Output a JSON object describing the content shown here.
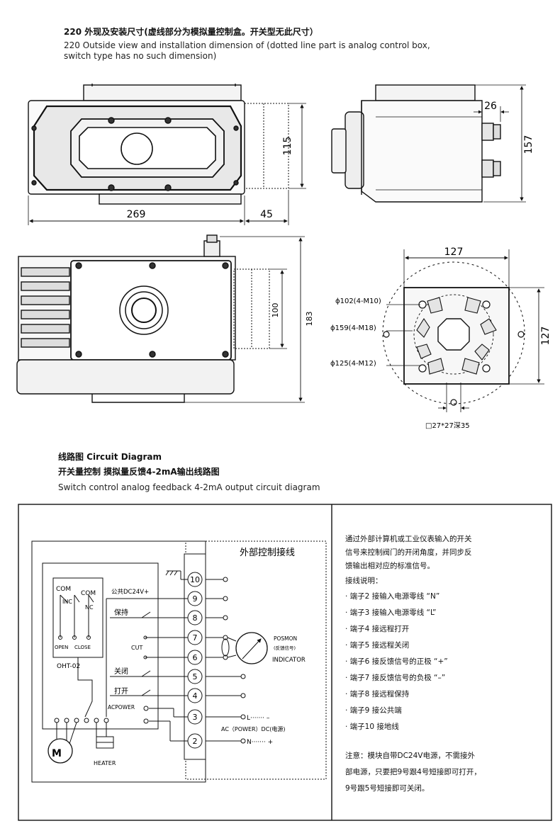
{
  "header": {
    "title_cn": "220 外现及安装尺寸(虚线部分为模拟量控制盒。开关型无此尺寸）",
    "title_en_line1": "220  Outside view and installation dimension of  (dotted line part is analog control box,",
    "title_en_line2": "switch type has no such dimension)"
  },
  "dimensions": {
    "front_width": "269",
    "front_box": "45",
    "front_height": "115",
    "side_small": "26",
    "side_height": "157",
    "top_height": "183",
    "top_box": "100",
    "flange_width": "127",
    "flange_height": "127",
    "bolt_102": "ϕ102(4-M10)",
    "bolt_159": "ϕ159(4-M18)",
    "bolt_125": "ϕ125(4-M12)",
    "square": "□27*27深35"
  },
  "circuit_header": {
    "line1": "线路图 Circuit Diagram",
    "line2": "开关量控制  摸拟量反馈4-2mA输出线路图",
    "line3": "Switch control analog feedback 4-2mA output circuit diagram"
  },
  "circuit": {
    "external_label": "外部控制接线",
    "com1": "COM",
    "com2": "COM",
    "inc": "INC",
    "nc": "NC",
    "open": "OPEN",
    "close": "CLOSE",
    "module": "OHT-02",
    "common_dc": "公共DC24V+",
    "hold": "保持",
    "cut": "CUT",
    "close_cn": "关闭",
    "open_cn": "打开",
    "acpower": "ACPOWER",
    "heater": "HEATER",
    "motor": "M",
    "position": "POSMON",
    "position_sub": "(反馈信号)",
    "indicator": "INDICATOR",
    "ac_dc": "AC（POWER）DC(电源)",
    "l_line": "L·······  –",
    "n_line": "N·······  +",
    "terminals": [
      "10",
      "9",
      "8",
      "7",
      "6",
      "5",
      "4",
      "3",
      "2"
    ]
  },
  "notes": {
    "intro1": "通过外部计算机或工业仪表输入的开关",
    "intro2": "信号来控制阀门的开闭角度，并同步反",
    "intro3": "馈输出相对应的标准信号。",
    "heading": "接线说明：",
    "items": [
      "· 端子2 接输入电源零线 “N”",
      "· 端子3 接输入电源零线 “L”",
      "· 端子4 接远程打开",
      "· 端子5 接远程关闭",
      "· 端子6 接反馈信号的正极 “+”",
      "· 端子7 接反馈信号的负极 “–”",
      "· 端子8 接远程保持",
      "· 端子9 接公共端",
      "· 端子10 接地线"
    ],
    "warning1": "注意：模块自带DC24V电源，不需接外",
    "warning2": "部电源，只要把9号跟4号短接即可打开，",
    "warning3": "9号跟5号短接即可关闭。"
  }
}
